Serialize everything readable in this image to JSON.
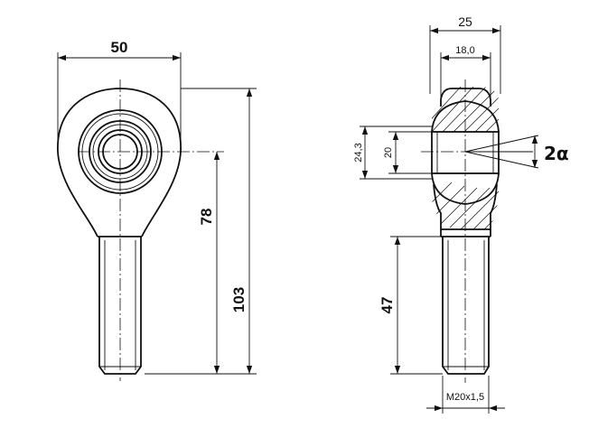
{
  "dimensions": {
    "front_width": "50",
    "center_to_shank_end": "78",
    "overall_length": "103",
    "ball_width": "25",
    "inner_ring_width": "18,0",
    "outer_dia": "24,3",
    "bore_dia": "20",
    "tilt_angle": "2α",
    "thread_length": "47",
    "thread_spec": "M20x1,5"
  }
}
